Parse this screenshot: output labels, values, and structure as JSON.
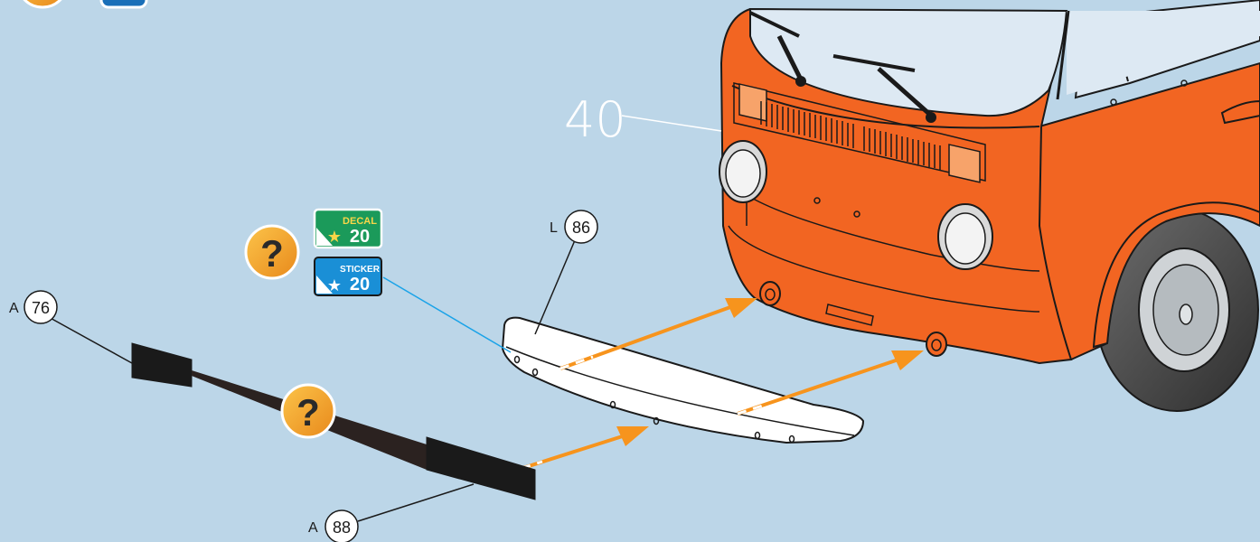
{
  "step": {
    "number": "40"
  },
  "parts": [
    {
      "sprue": "A",
      "number": "76"
    },
    {
      "sprue": "L",
      "number": "86"
    },
    {
      "sprue": "A",
      "number": "88"
    }
  ],
  "badges": {
    "decal": {
      "label": "DECAL",
      "number": "20"
    },
    "sticker": {
      "label": "STICKER",
      "number": "20"
    }
  },
  "icons": {
    "question": "?"
  },
  "colors": {
    "background": "#bcd6e8",
    "van_orange": "#f26522",
    "arrow": "#f7941d",
    "decal_badge": "#1b9a5a",
    "sticker_badge": "#1a8fd6",
    "question_badge": "#f5a623"
  }
}
